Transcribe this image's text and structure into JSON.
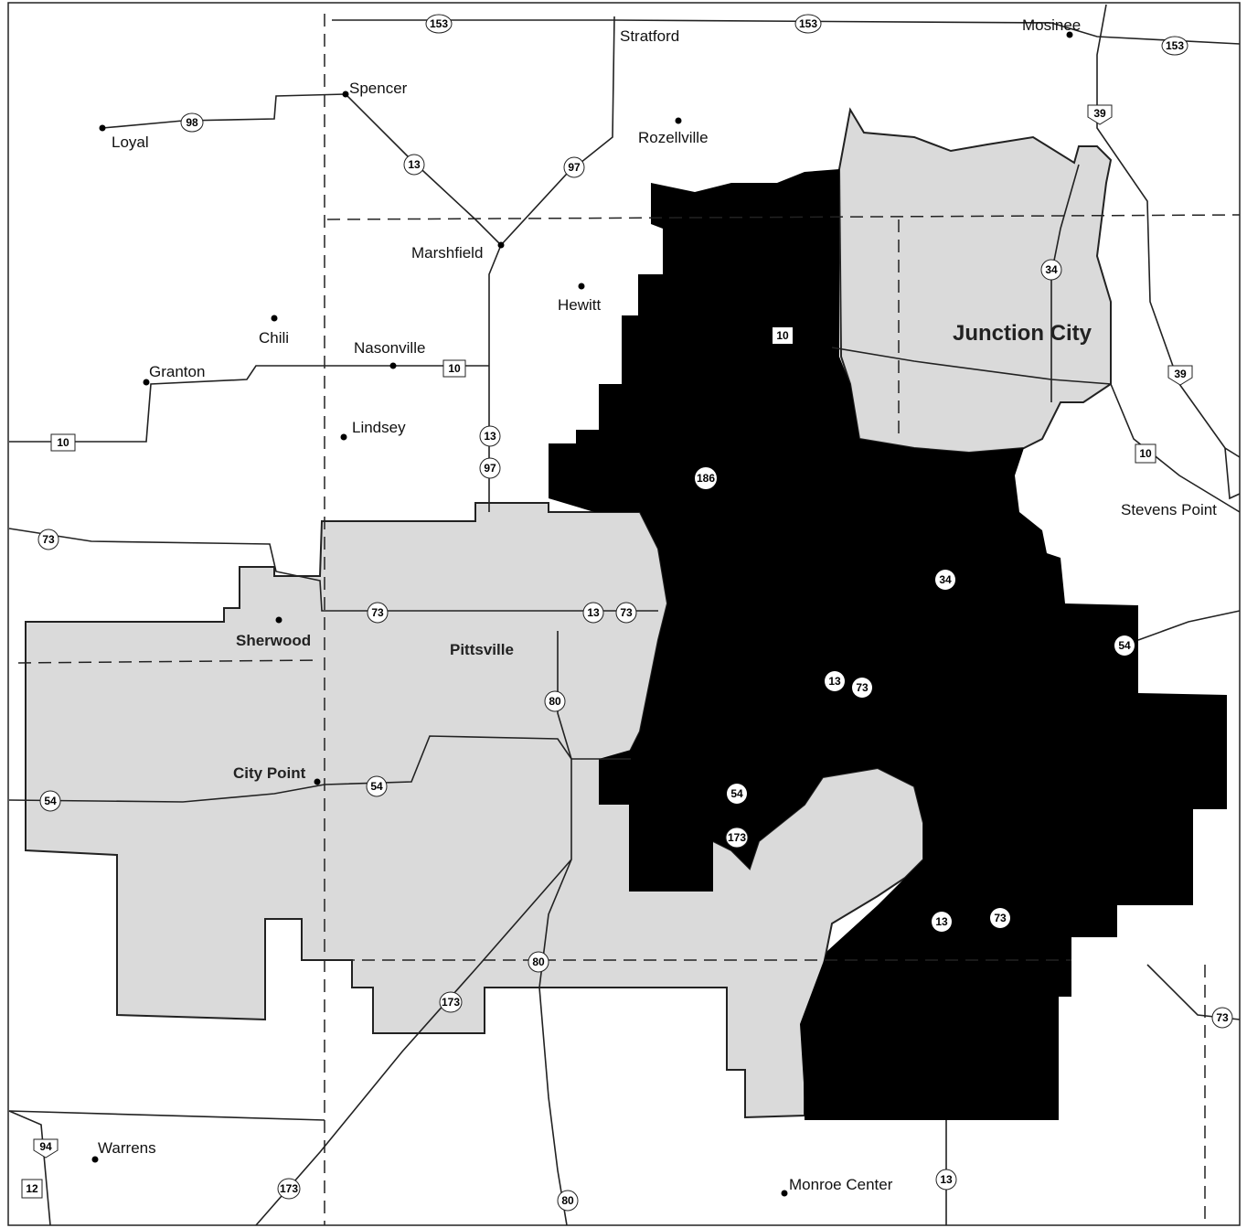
{
  "map": {
    "towns": [
      {
        "id": "mosinee",
        "label": "Mosinee"
      },
      {
        "id": "stratford",
        "label": "Stratford"
      },
      {
        "id": "spencer",
        "label": "Spencer"
      },
      {
        "id": "loyal",
        "label": "Loyal"
      },
      {
        "id": "rozellville",
        "label": "Rozellville"
      },
      {
        "id": "marshfield",
        "label": "Marshfield"
      },
      {
        "id": "hewitt",
        "label": "Hewitt"
      },
      {
        "id": "chili",
        "label": "Chili"
      },
      {
        "id": "nasonville",
        "label": "Nasonville"
      },
      {
        "id": "granton",
        "label": "Granton"
      },
      {
        "id": "lindsey",
        "label": "Lindsey"
      },
      {
        "id": "stevens-point",
        "label": "Stevens Point"
      },
      {
        "id": "warrens",
        "label": "Warrens"
      },
      {
        "id": "monroe-center",
        "label": "Monroe Center"
      }
    ],
    "project_towns": [
      {
        "id": "junction-city",
        "label": "Junction City"
      },
      {
        "id": "sherwood",
        "label": "Sherwood"
      },
      {
        "id": "city-point",
        "label": "City Point"
      },
      {
        "id": "pittsville",
        "label": "Pittsville"
      }
    ],
    "routes": {
      "r153": "153",
      "r98": "98",
      "r13": "13",
      "r97": "97",
      "r39": "39",
      "r34": "34",
      "r10": "10",
      "r186": "186",
      "r73": "73",
      "r54": "54",
      "r80": "80",
      "r173": "173",
      "r94": "94",
      "r12": "12"
    },
    "colors": {
      "dark_area": "#000000",
      "light_area": "#dcdcdc",
      "roads": "#222222"
    }
  }
}
